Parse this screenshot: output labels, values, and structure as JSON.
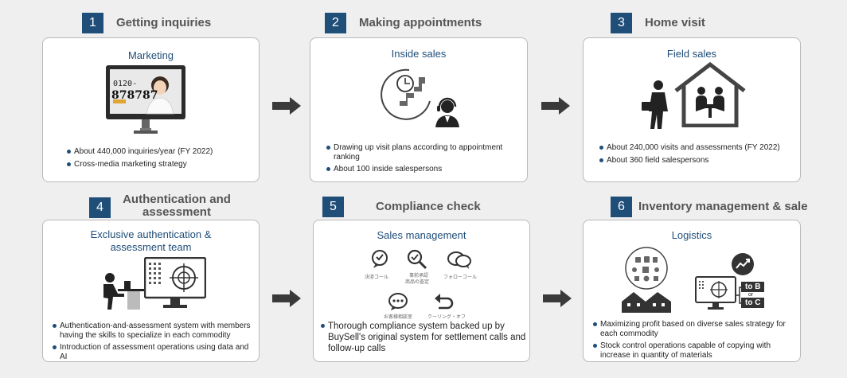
{
  "steps": [
    {
      "num": "1",
      "title": "Getting inquiries",
      "box_title": "Marketing",
      "phone_label": "0120-",
      "phone_number": "878787",
      "bullets": [
        "About 440,000 inquiries/year (FY 2022)",
        "Cross-media marketing strategy"
      ]
    },
    {
      "num": "2",
      "title": "Making appointments",
      "box_title": "Inside sales",
      "bullets": [
        "Drawing up visit plans according to appointment ranking",
        "About 100 inside salespersons"
      ]
    },
    {
      "num": "3",
      "title": "Home visit",
      "box_title": "Field sales",
      "bullets": [
        "About 240,000 visits and assessments (FY 2022)",
        "About 360 field salespersons"
      ]
    },
    {
      "num": "4",
      "title_line1": "Authentication and",
      "title_line2": "assessment",
      "box_title_line1": "Exclusive authentication &",
      "box_title_line2": "assessment team",
      "bullets": [
        "Authentication-and-assessment system with members having the skills to specialize in each commodity",
        "Introduction of assessment operations using data and AI"
      ]
    },
    {
      "num": "5",
      "title": "Compliance check",
      "box_title": "Sales management",
      "icon_labels": [
        "決済コール",
        "事前承認",
        "商品の査定",
        "フォローコール",
        "お客様相談室",
        "クーリング・オフ"
      ],
      "bullets": [
        "Thorough compliance system backed up by BuySell's original system for settlement calls and follow-up calls"
      ]
    },
    {
      "num": "6",
      "title": "Inventory management & sale",
      "box_title": "Logistics",
      "to_b": "to B",
      "or": "or",
      "to_c": "to C",
      "bullets": [
        "Maximizing profit based on diverse sales strategy for each commodity",
        "Stock control operations capable of copying with increase in quantity of materials"
      ]
    }
  ],
  "colors": {
    "accent": "#1f4e79",
    "icon": "#333333",
    "border": "#b9b9b9",
    "background": "#efefef"
  },
  "icons": [
    "monitor-icon",
    "clock-map-icon",
    "operator-icon",
    "salesman-icon",
    "house-meeting-icon",
    "assessor-icon",
    "crosshair-monitor-icon",
    "phone-check-icon",
    "search-check-icon",
    "chat-icon",
    "return-icon",
    "warehouse-icon",
    "dashboard-icon"
  ]
}
